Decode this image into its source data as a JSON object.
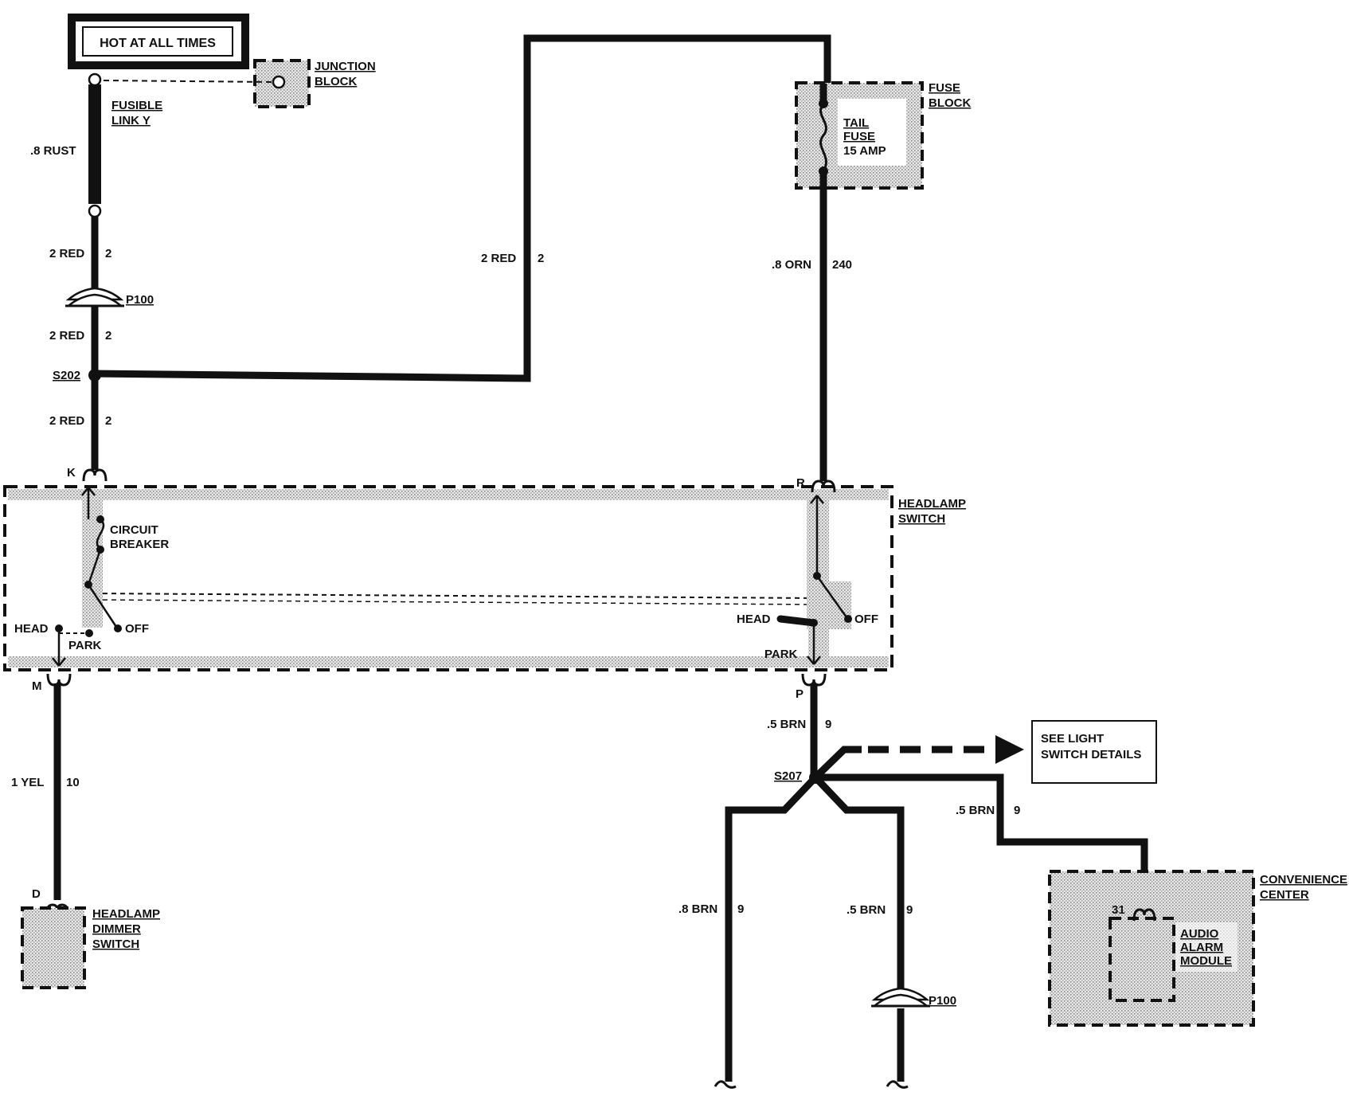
{
  "power_source": {
    "label": "HOT AT ALL TIMES"
  },
  "components": {
    "junction_block": [
      "JUNCTION",
      "BLOCK"
    ],
    "fusible_link": [
      "FUSIBLE",
      "LINK Y"
    ],
    "fuse_block": [
      "FUSE",
      "BLOCK"
    ],
    "tail_fuse": [
      "TAIL",
      "FUSE",
      "15 AMP"
    ],
    "headlamp_switch": [
      "HEADLAMP",
      "SWITCH"
    ],
    "circuit_breaker": [
      "CIRCUIT",
      "BREAKER"
    ],
    "headlamp_dimmer_switch": [
      "HEADLAMP",
      "DIMMER",
      "SWITCH"
    ],
    "convenience_center": [
      "CONVENIENCE",
      "CENTER"
    ],
    "audio_alarm_module": [
      "AUDIO",
      "ALARM",
      "MODULE"
    ],
    "see_details": [
      "SEE LIGHT",
      "SWITCH DETAILS"
    ]
  },
  "connectors": {
    "p100_top": "P100",
    "p100_bottom": "P100"
  },
  "splices": {
    "s202": "S202",
    "s207": "S207"
  },
  "terminals": {
    "k": "K",
    "r": "R",
    "m": "M",
    "p": "P",
    "d": "D",
    "t31": "31"
  },
  "switch_positions": {
    "left_head": "HEAD",
    "left_park": "PARK",
    "left_off": "OFF",
    "right_head": "HEAD",
    "right_park": "PARK",
    "right_off": "OFF"
  },
  "wires": {
    "rust": {
      "gauge": ".8 RUST",
      "circuit": ""
    },
    "red_a": {
      "gauge": "2 RED",
      "circuit": "2"
    },
    "red_b": {
      "gauge": "2 RED",
      "circuit": "2"
    },
    "red_c": {
      "gauge": "2 RED",
      "circuit": "2"
    },
    "red_top": {
      "gauge": "2 RED",
      "circuit": "2"
    },
    "orn": {
      "gauge": ".8 ORN",
      "circuit": "240"
    },
    "brn_p": {
      "gauge": ".5 BRN",
      "circuit": "9"
    },
    "brn_alarm": {
      "gauge": ".5 BRN",
      "circuit": "9"
    },
    "brn_left": {
      "gauge": ".8 BRN",
      "circuit": "9"
    },
    "brn_mid": {
      "gauge": ".5 BRN",
      "circuit": "9"
    },
    "yel": {
      "gauge": "1 YEL",
      "circuit": "10"
    }
  }
}
